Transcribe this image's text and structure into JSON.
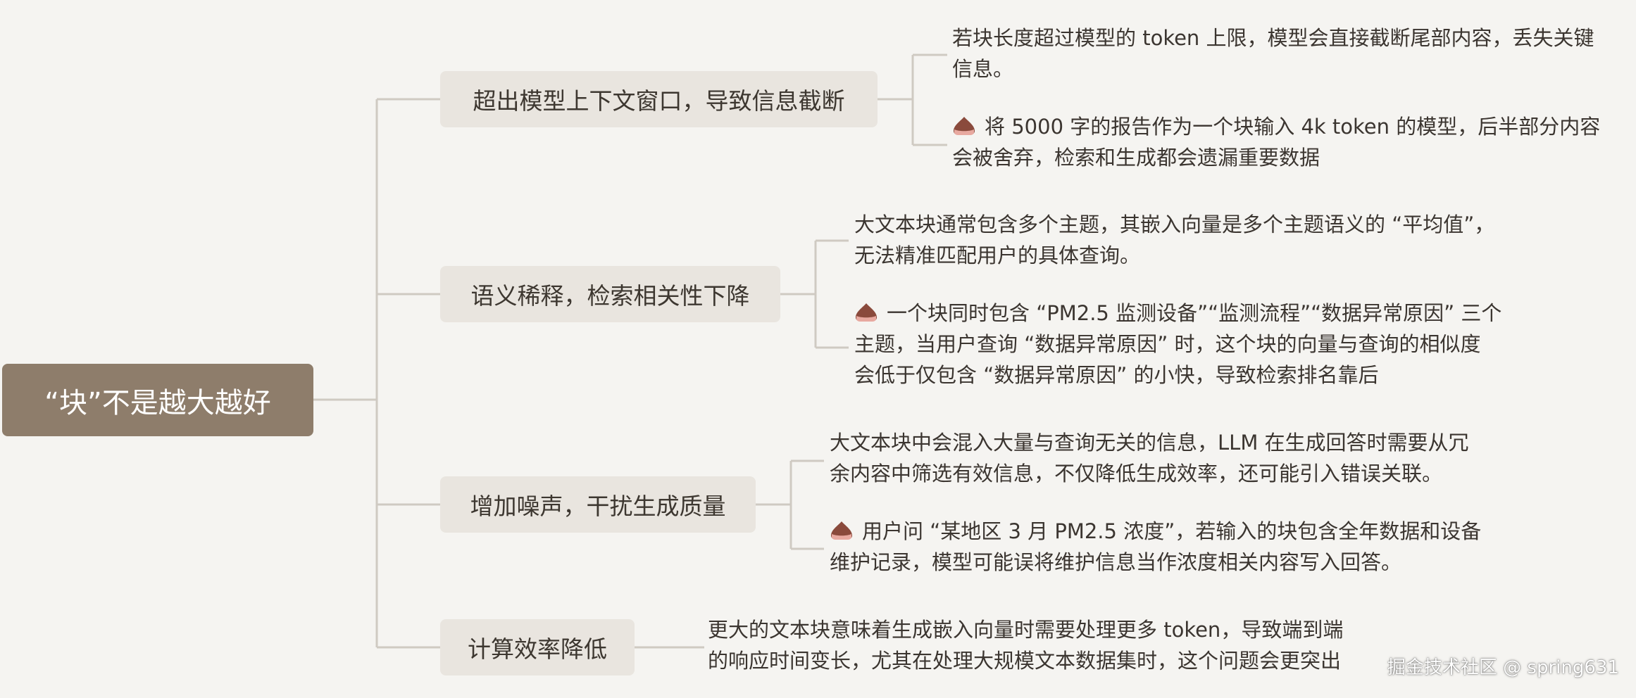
{
  "root": {
    "title": "“块”不是越大越好"
  },
  "branches": [
    {
      "title": "超出模型上下文窗口，导致信息截断",
      "notes": [
        {
          "lines": [
            "若块长度超过模型的 token 上限，模型会直接截断尾部内容，丢失关键",
            "信息。"
          ],
          "icon": false
        },
        {
          "lines": [
            "将 5000 字的报告作为一个块输入 4k token 的模型，后半部分内容",
            "会被舍弃，检索和生成都会遗漏重要数据"
          ],
          "icon": true
        }
      ]
    },
    {
      "title": "语义稀释，检索相关性下降",
      "notes": [
        {
          "lines": [
            "大文本块通常包含多个主题，其嵌入向量是多个主题语义的 “平均值”，",
            "无法精准匹配用户的具体查询。"
          ],
          "icon": false
        },
        {
          "lines": [
            "一个块同时包含 “PM2.5 监测设备”“监测流程”“数据异常原因” 三个",
            "主题，当用户查询 “数据异常原因” 时，这个块的向量与查询的相似度",
            "会低于仅包含 “数据异常原因” 的小快，导致检索排名靠后"
          ],
          "icon": true
        }
      ]
    },
    {
      "title": "增加噪声，干扰生成质量",
      "notes": [
        {
          "lines": [
            "大文本块中会混入大量与查询无关的信息，LLM 在生成回答时需要从冗",
            "余内容中筛选有效信息，不仅降低生成效率，还可能引入错误关联。"
          ],
          "icon": false
        },
        {
          "lines": [
            "用户问 “某地区 3 月 PM2.5 浓度”，若输入的块包含全年数据和设备",
            "维护记录，模型可能误将维护信息当作浓度相关内容写入回答。"
          ],
          "icon": true
        }
      ]
    },
    {
      "title": "计算效率降低",
      "notes": [
        {
          "lines": [
            "更大的文本块意味着生成嵌入向量时需要处理更多 token，导致端到端",
            "的响应时间变长，尤其在处理大规模文本数据集时，这个问题会更突出"
          ],
          "icon": false
        }
      ]
    }
  ],
  "watermark": "掘金技术社区 @ spring631",
  "colors": {
    "background": "#f5f4f1",
    "root_fill": "#8e7d6b",
    "branch_fill": "#e9e5df",
    "connector": "#cfcac2",
    "chestnut": "#8a4a3c"
  },
  "icons": {
    "example_marker": "chestnut-icon"
  }
}
